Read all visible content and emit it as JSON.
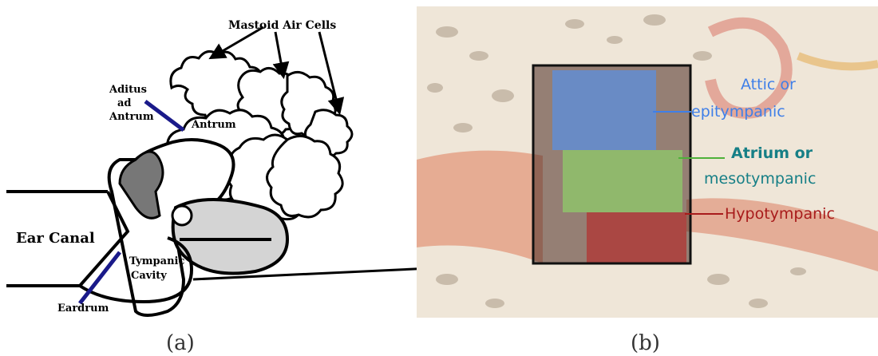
{
  "panel_a": {
    "labels": {
      "mastoid": "Mastoid Air Cells",
      "aditus1": "Aditus",
      "aditus2": "ad",
      "aditus3": "Antrum",
      "antrum": "Antrum",
      "ear_canal": "Ear Canal",
      "tympanic1": "Tympanic",
      "tympanic2": "Cavity",
      "eardrum": "Eardrum"
    },
    "caption": "(a)"
  },
  "panel_b": {
    "regions": [
      {
        "label1": "Attic or",
        "label2": "epitympanic",
        "color": "#5b8fe0",
        "text_color": "#3f7fe8"
      },
      {
        "label1": "Atrium or",
        "label2": "mesotympanic",
        "color": "#8fd06a",
        "text_color": "#167f86"
      },
      {
        "label1": "Hypotympanic",
        "label2": "",
        "color": "#b52a2a",
        "text_color": "#a81b1b"
      }
    ],
    "caption": "(b)"
  },
  "colors": {
    "line": "#000000",
    "pointer_blue": "#1a1a8a",
    "fill_gray": "#d4d4d4",
    "fill_dark": "#777777",
    "background_tissue": "#efe6d8"
  }
}
